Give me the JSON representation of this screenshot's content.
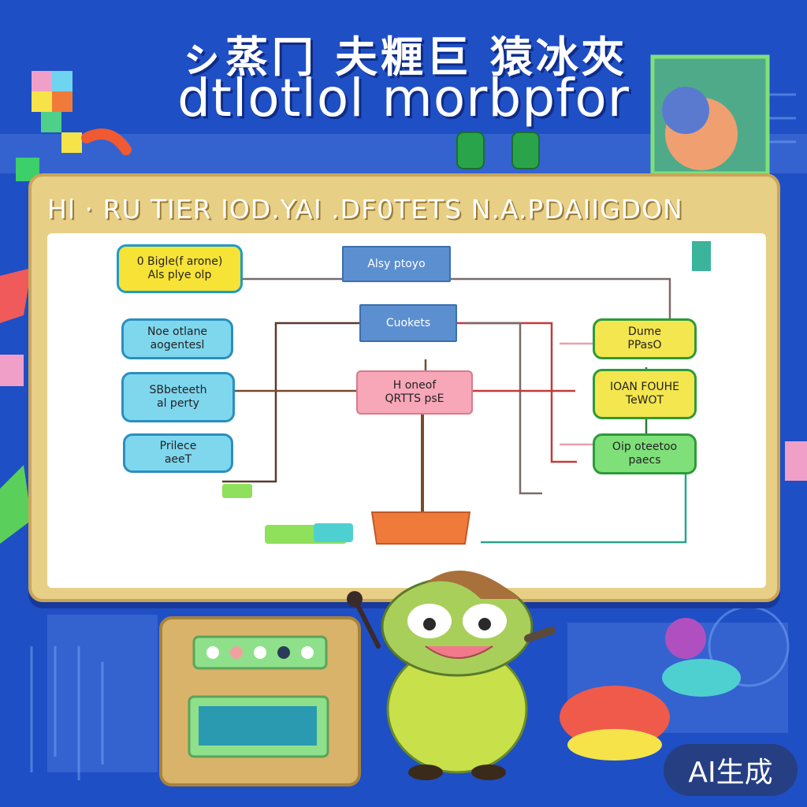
{
  "title": {
    "line1": "ㇱ蒸冂 夫糎巨  猿冰夾",
    "line2": "dtlotlol morbpfor"
  },
  "board": {
    "header": "Hl · RU  TIER IOD.YAI   .DF0TETS N.A.PDAIIGDON"
  },
  "diagram": {
    "nodes": [
      {
        "id": "n1",
        "lines": [
          "0 Bigle(f arone)",
          "Als plye olp"
        ],
        "color": "yellow"
      },
      {
        "id": "n2",
        "lines": [
          "Alsy ptoyo"
        ],
        "color": "blue"
      },
      {
        "id": "n3",
        "lines": [
          "Cuokets"
        ],
        "color": "blue"
      },
      {
        "id": "n4",
        "lines": [
          "Noe otlane",
          "aogentesl"
        ],
        "color": "cyan"
      },
      {
        "id": "n5",
        "lines": [
          "SBbeteeth",
          "al perty"
        ],
        "color": "cyan"
      },
      {
        "id": "n6",
        "lines": [
          "Prilece",
          "aeeT"
        ],
        "color": "cyan"
      },
      {
        "id": "n7",
        "lines": [
          "H oneof",
          "QRTTS psE"
        ],
        "color": "pink"
      },
      {
        "id": "n8",
        "lines": [
          "Dume",
          "PPasO"
        ],
        "color": "yellow-green"
      },
      {
        "id": "n9",
        "lines": [
          "IOAN FOUHE",
          "TeWOT"
        ],
        "color": "yellow-green"
      },
      {
        "id": "n10",
        "lines": [
          "Oip oteetoo",
          "paecs"
        ],
        "color": "green"
      }
    ]
  },
  "badge": {
    "label": "AI生成"
  },
  "colors": {
    "background": "#1f4fc4",
    "board": "#e8cf86",
    "panel": "#ffffff",
    "badge": "#283c78"
  }
}
